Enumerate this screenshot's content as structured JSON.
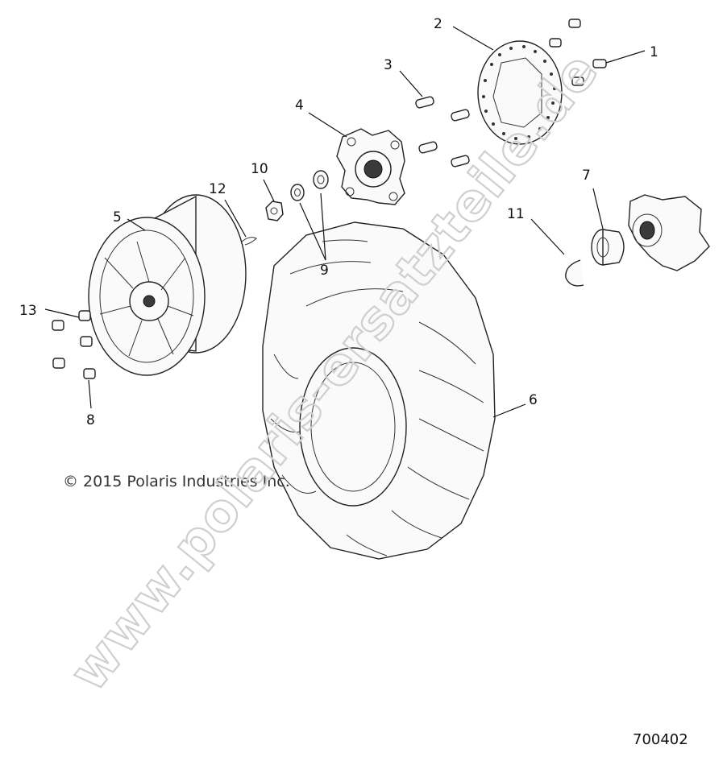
{
  "diagram": {
    "callouts": [
      {
        "id": "1",
        "label": "1"
      },
      {
        "id": "2",
        "label": "2"
      },
      {
        "id": "3",
        "label": "3"
      },
      {
        "id": "4",
        "label": "4"
      },
      {
        "id": "5",
        "label": "5"
      },
      {
        "id": "6",
        "label": "6"
      },
      {
        "id": "7",
        "label": "7"
      },
      {
        "id": "8",
        "label": "8"
      },
      {
        "id": "9",
        "label": "9"
      },
      {
        "id": "10",
        "label": "10"
      },
      {
        "id": "11",
        "label": "11"
      },
      {
        "id": "12",
        "label": "12"
      },
      {
        "id": "13",
        "label": "13"
      }
    ],
    "copyright": "© 2015 Polaris Industries Inc.",
    "document_number": "700402",
    "watermark": "www.polaris-ersatzteile.de"
  }
}
